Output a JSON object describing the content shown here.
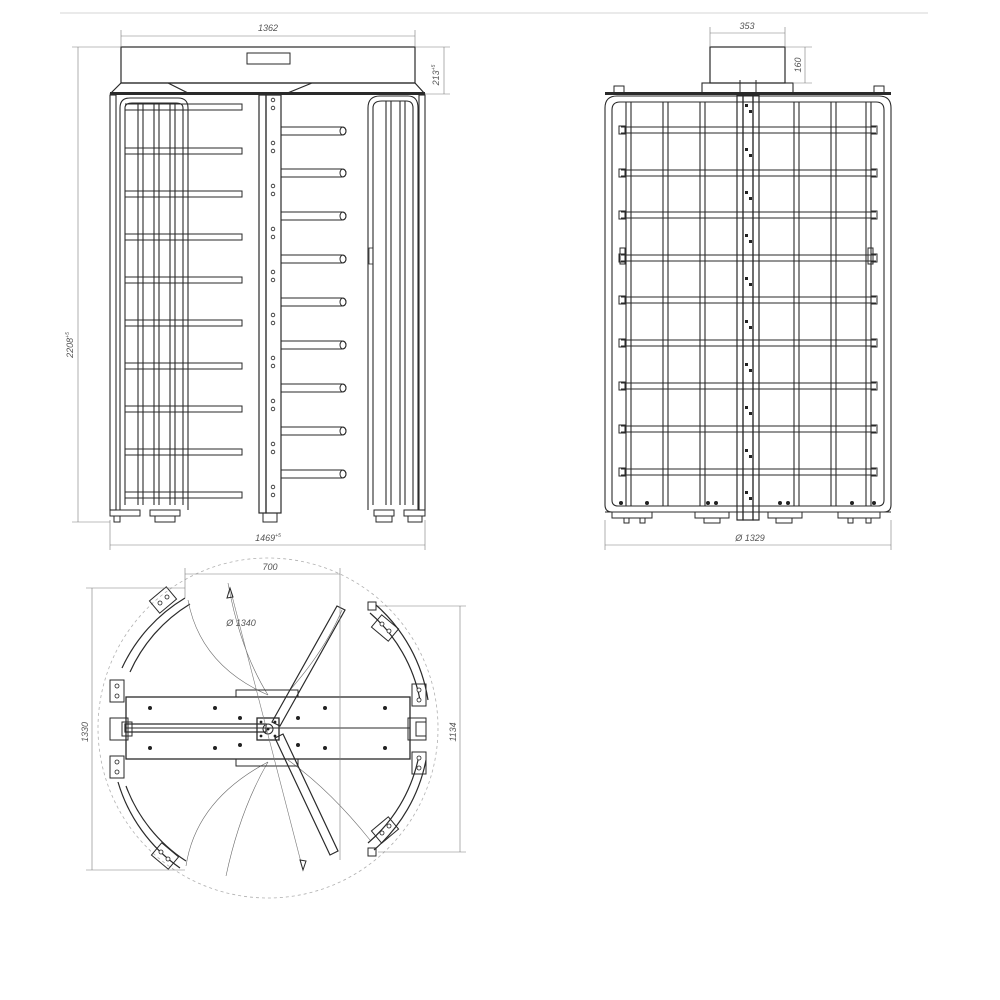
{
  "views": {
    "front": {
      "width_top": "1362",
      "width_base": "1469",
      "width_base_tolerance": "+5",
      "height_total": "2208",
      "height_total_tolerance": "+5",
      "height_cap": "213",
      "height_cap_tolerance": "+5"
    },
    "side": {
      "cap_width": "353",
      "cap_height": "160",
      "diameter": "Ø 1329"
    },
    "plan": {
      "passage_width": "700",
      "rotor_diameter": "Ø 1340",
      "overall_depth": "1330",
      "inner_depth": "1134"
    }
  },
  "colors": {
    "line": "#2a2a2a",
    "dimension": "#7a7a7a",
    "guide_circle": "#b0b0b0"
  }
}
